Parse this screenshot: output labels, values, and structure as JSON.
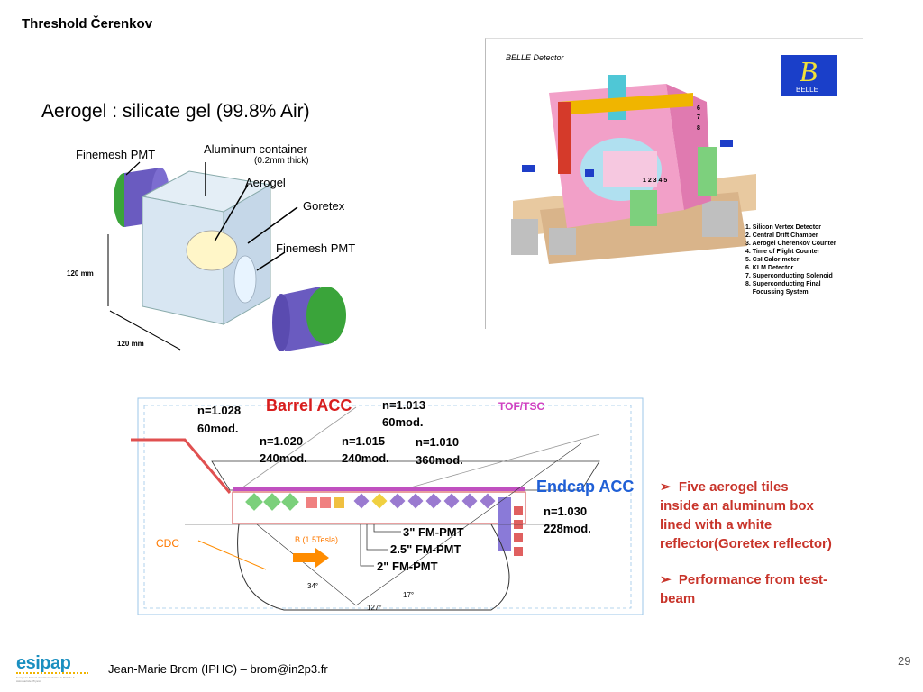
{
  "slide": {
    "title": "Threshold Čerenkov",
    "subtitle": "Aerogel : silicate gel (99.8% Air)",
    "page_number": "29",
    "author": "Jean-Marie Brom (IPHC) – brom@in2p3.fr",
    "logo_text": "esipap",
    "logo_subtext": "European School of Instrumentation in Particle & Astroparticle Physics"
  },
  "module_diagram": {
    "finemesh_left": "Finemesh PMT",
    "container": "Aluminum container",
    "container_note": "(0.2mm thick)",
    "aerogel": "Aerogel",
    "goretex": "Goretex",
    "finemesh_right": "Finemesh PMT",
    "dim_height": "120 mm",
    "dim_width": "120 mm"
  },
  "belle": {
    "title": "BELLE Detector",
    "logo_letter": "B",
    "logo_word": "BELLE",
    "callouts": [
      "6",
      "7",
      "8"
    ],
    "inner_numbers": "1 2 3 4 5",
    "legend": [
      "1. Silicon Vertex Detector",
      "2. Central Drift Chamber",
      "3. Aerogel Cherenkov Counter",
      "4. Time of Flight Counter",
      "5. CsI Calorimeter",
      "6. KLM Detector",
      "7. Superconducting Solenoid",
      "8. Superconducting Final",
      "    Focussing System"
    ]
  },
  "acc_diagram": {
    "barrel": "Barrel ACC",
    "endcap": "Endcap ACC",
    "tof": "TOF/TSC",
    "cdc": "CDC",
    "field": "B (1.5Tesla)",
    "n1": "n=1.028",
    "m1": "60mod.",
    "n2": "n=1.013",
    "m2": "60mod.",
    "n3": "n=1.020",
    "m3": "240mod.",
    "n4": "n=1.015",
    "m4": "240mod.",
    "n5": "n=1.010",
    "m5": "360mod.",
    "n6": "n=1.030",
    "m6": "228mod.",
    "pmt3": "3\" FM-PMT",
    "pmt25": "2.5\" FM-PMT",
    "pmt2": "2\" FM-PMT",
    "angle1": "34°",
    "angle2": "17°",
    "angle3": "127°"
  },
  "bullets": {
    "b1_line1": "Five aerogel tiles",
    "b1_line2": "inside an aluminum box",
    "b1_line3": "lined with a white",
    "b1_line4": "reflector(Goretex reflector)",
    "b2_line1": "Performance from test-",
    "b2_line2": "beam",
    "marker": "➢"
  }
}
